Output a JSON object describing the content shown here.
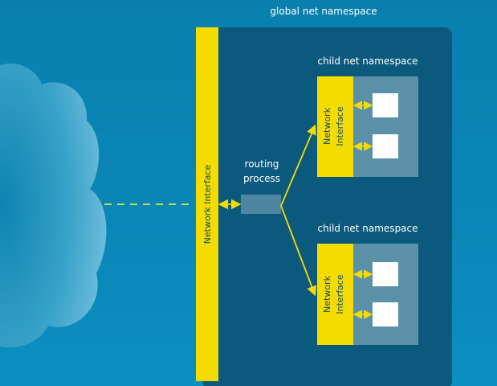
{
  "global_namespace": {
    "label": "global net namespace"
  },
  "main_interface": {
    "label": "Network Interface"
  },
  "routing": {
    "label_line1": "routing",
    "label_line2": "process"
  },
  "child_namespaces": [
    {
      "label": "child net namespace",
      "interface_line1": "Network",
      "interface_line2": "Interface"
    },
    {
      "label": "child net namespace",
      "interface_line1": "Network",
      "interface_line2": "Interface"
    }
  ],
  "colors": {
    "background": "#0a84b5",
    "namespace_panel": "#0b5a7e",
    "child_panel": "#5b90a9",
    "interface": "#f5dc00",
    "connector": "#f5dc00",
    "internet_link": "#b7e04a",
    "cloud": "#58b4d6"
  },
  "icons": {
    "external_network": "cloud-icon"
  }
}
